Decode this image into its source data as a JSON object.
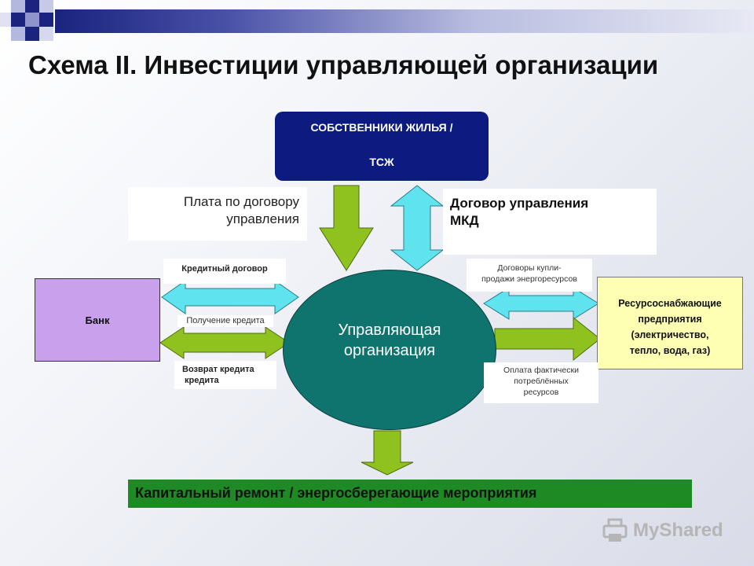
{
  "title": "Схема II. Инвестиции управляющей организации",
  "owners": {
    "line1": "СОБСТВЕННИКИ ЖИЛЬЯ /",
    "line2": "ТСЖ"
  },
  "payment_label": {
    "line1": "Плата по договору",
    "line2": "управления"
  },
  "contract_label": {
    "line1": "Договор управления",
    "line2": "МКД"
  },
  "bank": "Банк",
  "credit_agreement": "Кредитный договор",
  "credit_receive": "Получение кредита",
  "credit_repay": {
    "line1": "Возврат кредита",
    "line2": " кредита"
  },
  "center": {
    "line1": "Управляющая",
    "line2": "организация"
  },
  "purchase_label": {
    "line1": "Договоры купли-",
    "line2": "продажи энергоресурсов"
  },
  "payfact_label": {
    "line1": "Оплата фактически",
    "line2": "потреблённых",
    "line3": "ресурсов"
  },
  "resources": {
    "line1": "Ресурсоснабжающие",
    "line2": "предприятия",
    "line3": "(электричество,",
    "line4": "тепло, вода, газ)"
  },
  "capital": "Капитальный ремонт / энергосберегающие мероприятия",
  "watermark": "MyShared",
  "colors": {
    "owners_bg": "#0d1a80",
    "bank_bg": "#c9a0ec",
    "resources_bg": "#ffffb4",
    "center_bg": "#10746e",
    "capital_bg": "#1d8a23",
    "arrow_green": "#8fc21f",
    "arrow_cyan": "#5fe3ef"
  }
}
